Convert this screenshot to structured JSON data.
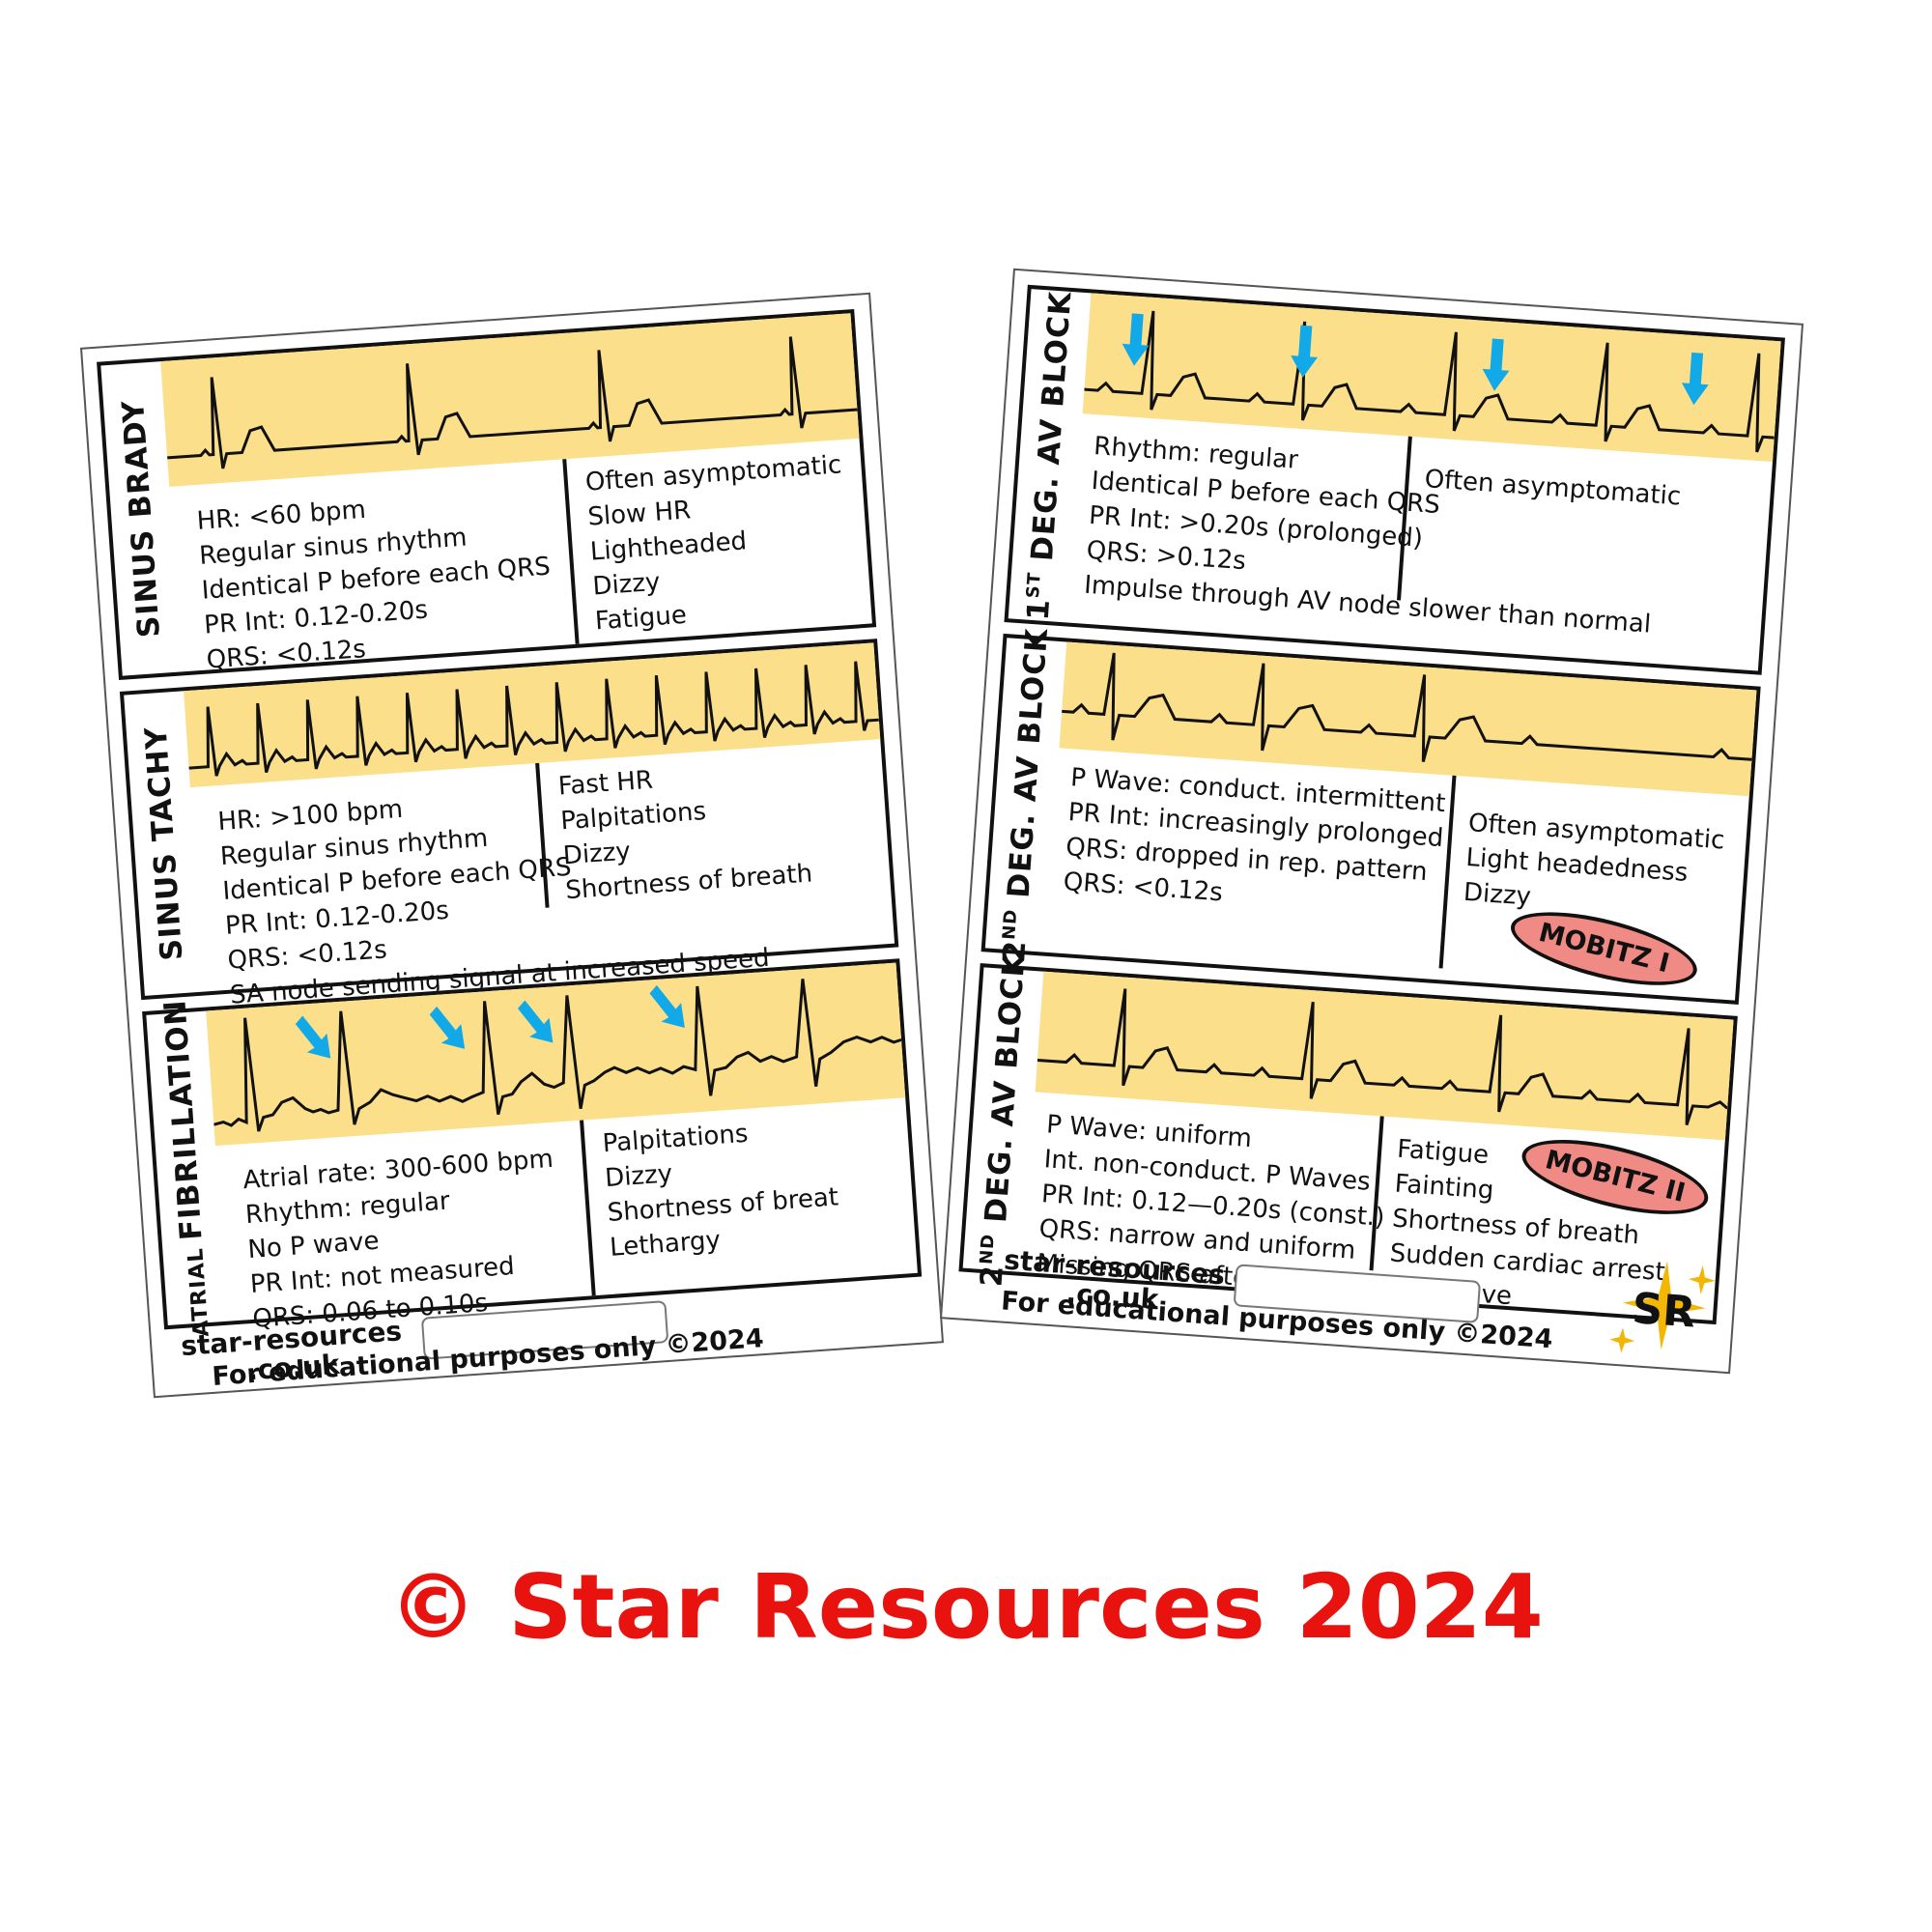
{
  "left_card": {
    "sinus_brady": {
      "label": "SINUS BRADY",
      "criteria": [
        "HR: <60 bpm",
        "Regular sinus rhythm",
        "Identical P before each QRS",
        "PR Int: 0.12-0.20s",
        "QRS: <0.12s"
      ],
      "symptoms": [
        "Often asymptomatic",
        "Slow HR",
        "Lightheaded",
        "Dizzy",
        "Fatigue"
      ]
    },
    "sinus_tachy": {
      "label": "SINUS TACHY",
      "criteria": [
        "HR: >100 bpm",
        "Regular sinus rhythm",
        "Identical P before each QRS",
        "PR Int: 0.12-0.20s",
        "QRS: <0.12s"
      ],
      "note": "SA node sending signal at increased speed",
      "symptoms": [
        "Fast HR",
        "Palpitations",
        "Dizzy",
        "Shortness of breath"
      ]
    },
    "atrial_fib": {
      "label_small": "ATRIAL",
      "label_main": "FIBRILLATION",
      "criteria": [
        "Atrial rate: 300-600 bpm",
        "Rhythm: regular",
        "No P wave",
        "PR Int: not measured",
        "QRS: 0.06 to 0.10s"
      ],
      "symptoms": [
        "Palpitations",
        "Dizzy",
        "Shortness of breat",
        "Lethargy"
      ]
    },
    "footer": {
      "url_line1": "star-resources",
      "url_line2": ".co.uk",
      "note": "For educational purposes only ©2024"
    }
  },
  "right_card": {
    "first_deg": {
      "label_num": "1",
      "label_ord": "ST",
      "label_rest": "DEG. AV BLOCK",
      "criteria": [
        "Rhythm: regular",
        "Identical P before each QRS",
        "PR Int: >0.20s (prolonged)",
        "QRS: >0.12s"
      ],
      "note": "Impulse through AV node slower than normal",
      "symptoms": [
        "Often asymptomatic"
      ]
    },
    "second_deg_1": {
      "label_num": "2",
      "label_ord": "ND",
      "label_rest": "DEG. AV BLOCK",
      "criteria": [
        "P Wave: conduct. intermittent",
        "PR Int: increasingly prolonged",
        "QRS: dropped in rep. pattern",
        "QRS: <0.12s"
      ],
      "symptoms": [
        "Often asymptomatic",
        "Light headedness",
        "Dizzy"
      ],
      "badge": "MOBITZ I"
    },
    "second_deg_2": {
      "label_num": "2",
      "label_ord": "ND",
      "label_rest": "DEG. AV BLOCK",
      "criteria": [
        "P Wave: uniform",
        "Int. non-conduct. P Waves",
        "PR Int: 0.12—0.20s (const.)",
        "QRS: narrow and uniform",
        "Missing QRS after every other P Wave"
      ],
      "symptoms": [
        "Fatigue",
        "Fainting",
        "Shortness of breath",
        "Sudden cardiac arrest"
      ],
      "badge": "MOBITZ II"
    },
    "footer": {
      "url_line1": "star-resources",
      "url_line2": ".co.uk",
      "note": "For educational purposes only ©2024",
      "logo_text": "SR"
    }
  },
  "watermark": "© Star Resources 2024",
  "colors": {
    "strip": "#fbdf8b",
    "arrow": "#12a9e8",
    "badge": "#f08a84",
    "watermark": "#e8130f"
  },
  "icons": {
    "arrow": "down-right-arrow-icon",
    "logo": "star-logo-icon"
  }
}
